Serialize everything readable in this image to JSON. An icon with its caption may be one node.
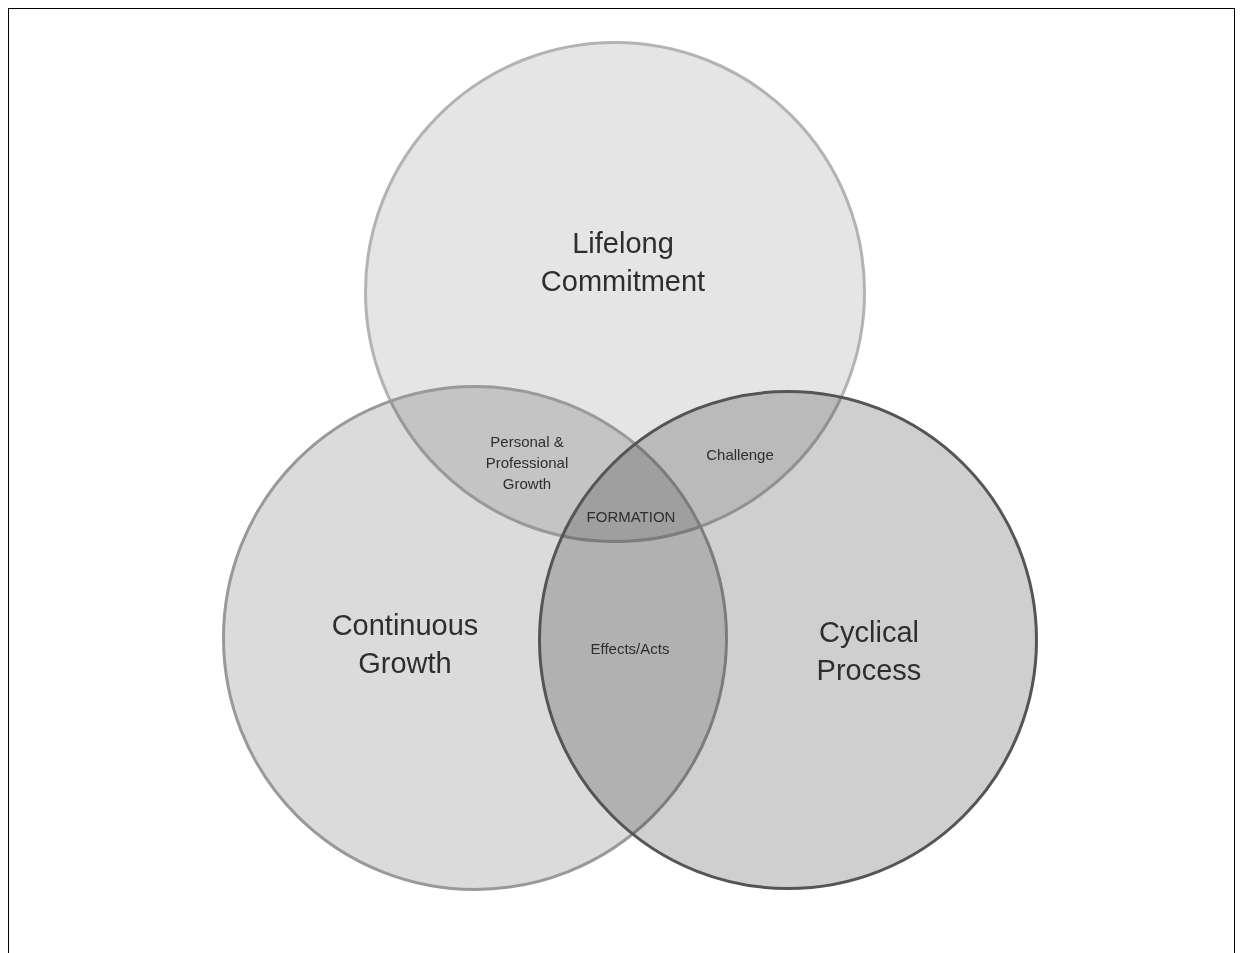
{
  "diagram": {
    "nodes": [
      {
        "text": [
          "Lifelong Commitment"
        ]
      },
      {
        "text": [
          "Continuous Growth"
        ]
      },
      {
        "text": [
          "Cyclical Process"
        ]
      }
    ],
    "labels": [
      "Personal & Professional Growth",
      "Challenge",
      "FORMATION",
      "Effects/Acts"
    ]
  }
}
